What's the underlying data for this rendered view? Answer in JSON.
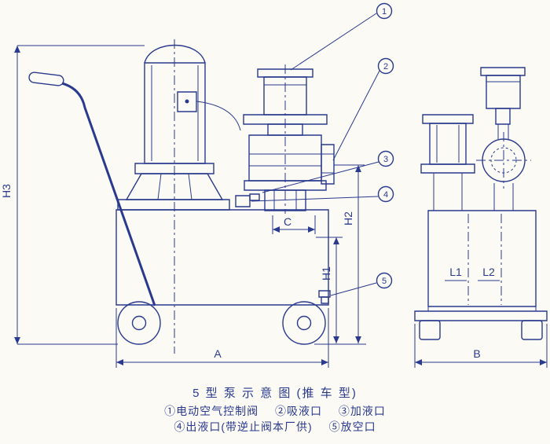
{
  "caption": "5 型 泵 示 意 图 (推 车 型)",
  "legend": {
    "line1": [
      "①电动空气控制阀",
      "②吸液口",
      "③加液口"
    ],
    "line2": [
      "④出液口(带逆止阀本厂供)",
      "⑤放空口"
    ]
  },
  "callouts": [
    "1",
    "2",
    "3",
    "4",
    "5"
  ],
  "dims": {
    "H3": "H3",
    "H2": "H2",
    "H1": "H1",
    "C": "C",
    "A": "A",
    "B": "B",
    "L1": "L1",
    "L2": "L2"
  },
  "colors": {
    "ink": "#2a3a8e",
    "bg": "#fbfaf5"
  }
}
